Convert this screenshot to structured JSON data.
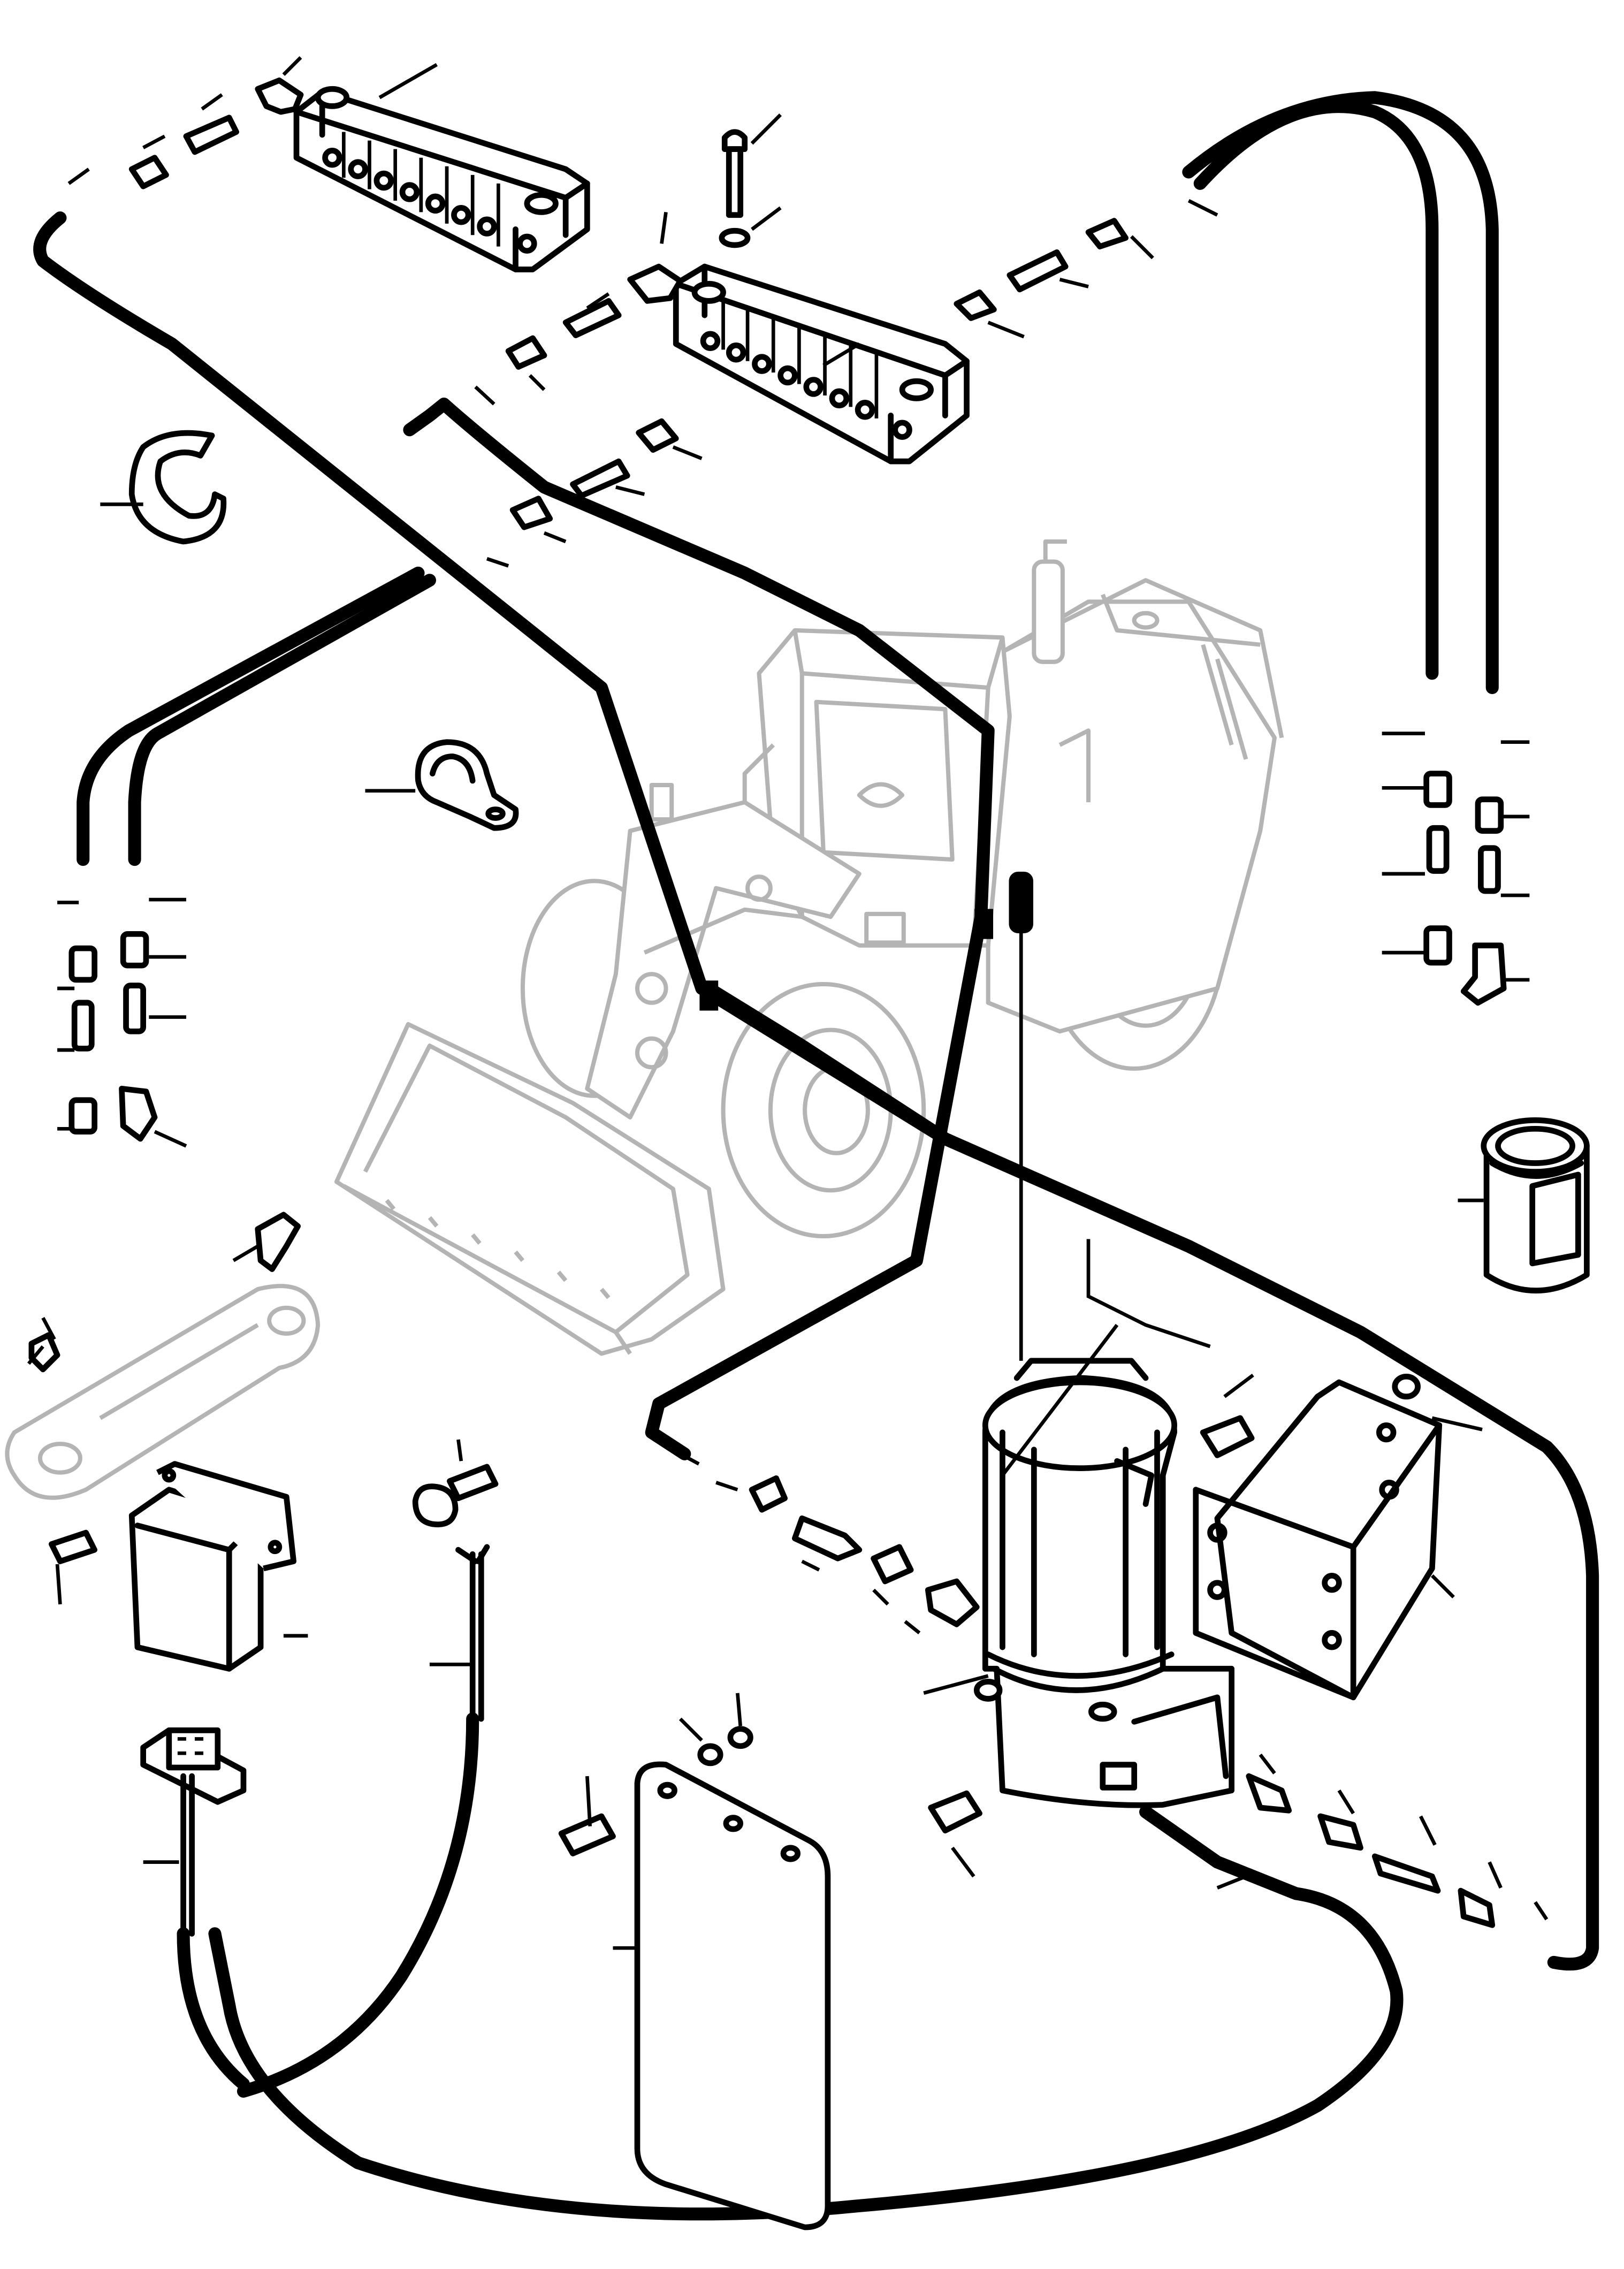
{
  "figure": {
    "background": "#ffffff",
    "line_color": "#000000",
    "ghost_color": "#b4b4b4",
    "labels": []
  },
  "parts": [
    {
      "name": "wheel-loader-ghost"
    },
    {
      "name": "distributor-block-upper"
    },
    {
      "name": "distributor-block-center"
    },
    {
      "name": "grease-pump"
    },
    {
      "name": "pump-bracket"
    },
    {
      "name": "grease-cartridge"
    },
    {
      "name": "control-unit"
    },
    {
      "name": "connector-plug"
    },
    {
      "name": "pressure-switch"
    },
    {
      "name": "cover-plate"
    },
    {
      "name": "hose-clamp"
    },
    {
      "name": "cable-tie-band"
    },
    {
      "name": "lift-arm-link"
    }
  ]
}
